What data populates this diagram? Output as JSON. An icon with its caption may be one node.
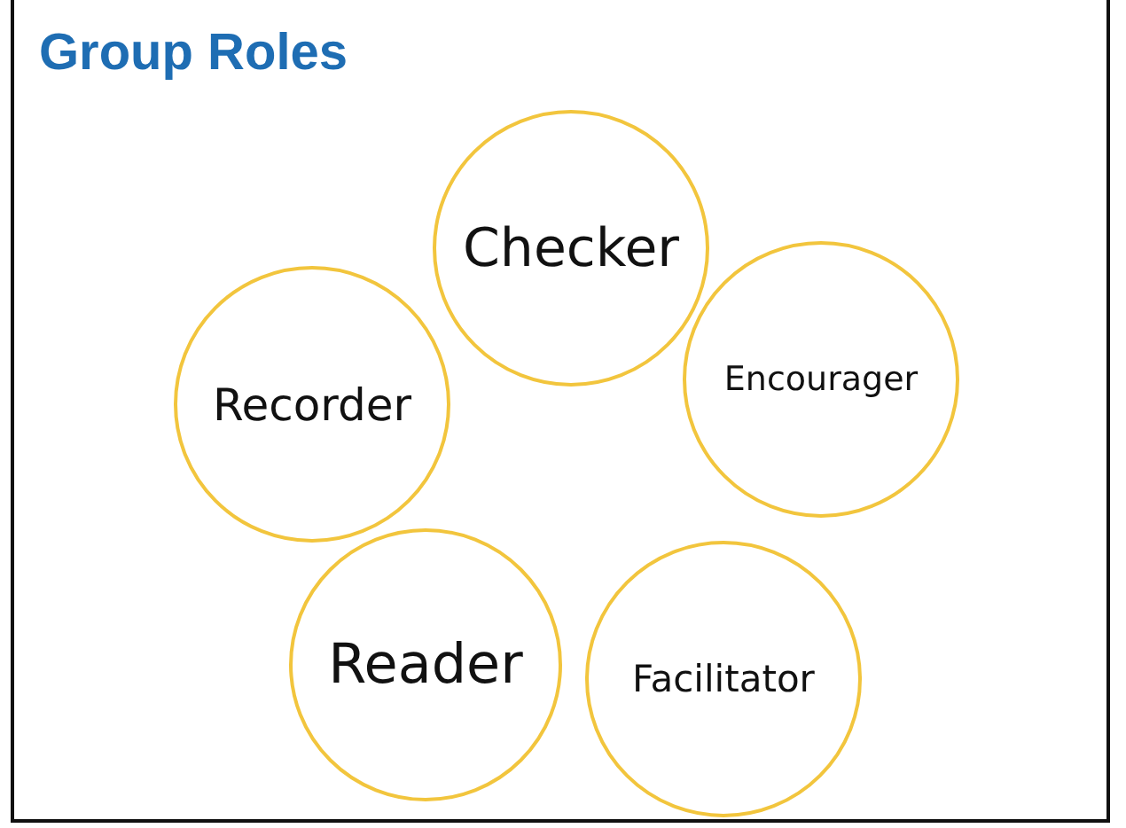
{
  "diagram": {
    "title": "Group Roles",
    "nodes": [
      {
        "text": [
          "Checker"
        ]
      },
      {
        "text": [
          "Recorder"
        ]
      },
      {
        "text": [
          "Encourager"
        ]
      },
      {
        "text": [
          "Reader"
        ]
      },
      {
        "text": [
          "Facilitator"
        ]
      }
    ],
    "edges": []
  }
}
